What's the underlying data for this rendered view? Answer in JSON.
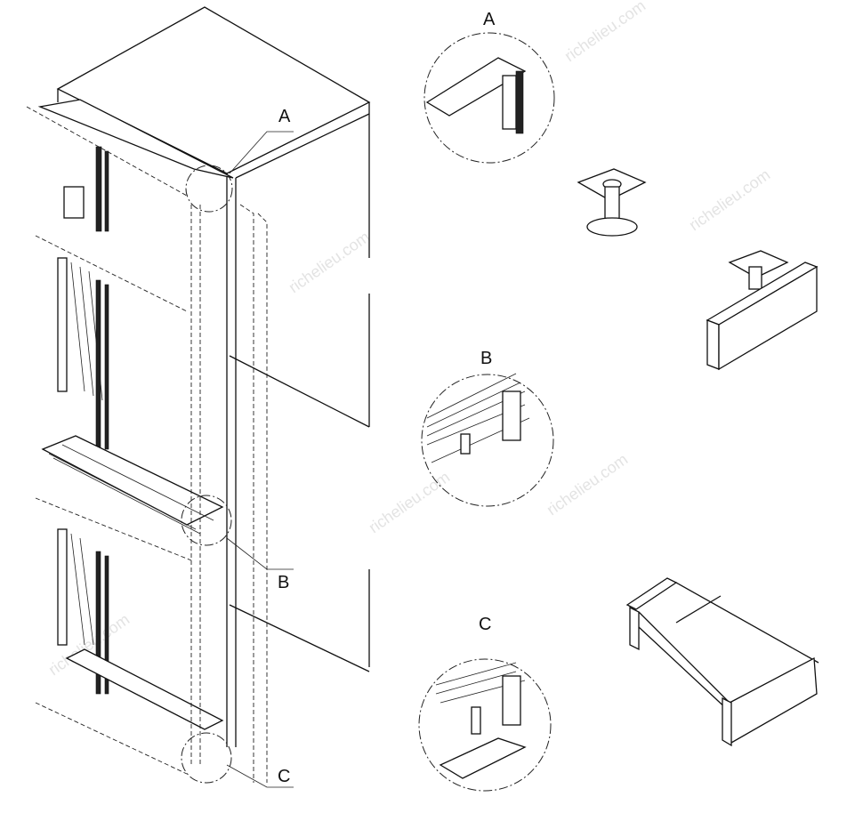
{
  "callouts": {
    "main": [
      "A",
      "B",
      "C"
    ],
    "details": [
      "A",
      "B",
      "C"
    ]
  },
  "watermark": "richelieu.com"
}
